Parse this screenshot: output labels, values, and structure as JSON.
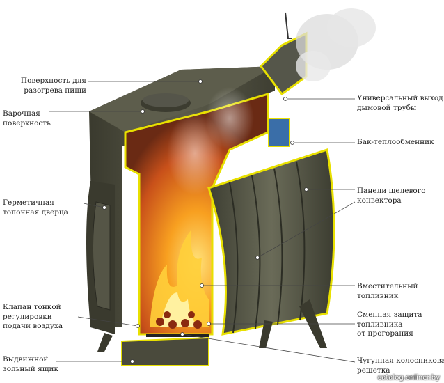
{
  "labels": {
    "cooking_surface_heat": [
      "Поверхность для",
      "разогрева пищи"
    ],
    "cooking_surface": [
      "Варочная",
      "поверхность"
    ],
    "firebox_door": [
      "Герметичная",
      "топочная дверца"
    ],
    "air_valve": [
      "Клапан тонкой",
      "регулировки",
      "подачи воздуха"
    ],
    "ash_drawer": [
      "Выдвижной",
      "зольный ящик"
    ],
    "chimney_outlet": [
      "Универсальный выход",
      "дымовой трубы"
    ],
    "heat_exchanger_tank": [
      "Бак-теплообменник"
    ],
    "convector_panels": [
      "Панели щелевого",
      "конвектора"
    ],
    "firebox": [
      "Вместительный",
      "топливник"
    ],
    "firebox_protection": [
      "Сменная защита",
      "топливника",
      "от прогорания"
    ],
    "grate": [
      "Чугунная колосниковая",
      "решетка"
    ]
  },
  "watermark": "catalog.onliner.by",
  "colors": {
    "body": "#4a4a3c",
    "outline": "#e8e000",
    "fire": "#f07a10",
    "interior": "#b85a28"
  }
}
